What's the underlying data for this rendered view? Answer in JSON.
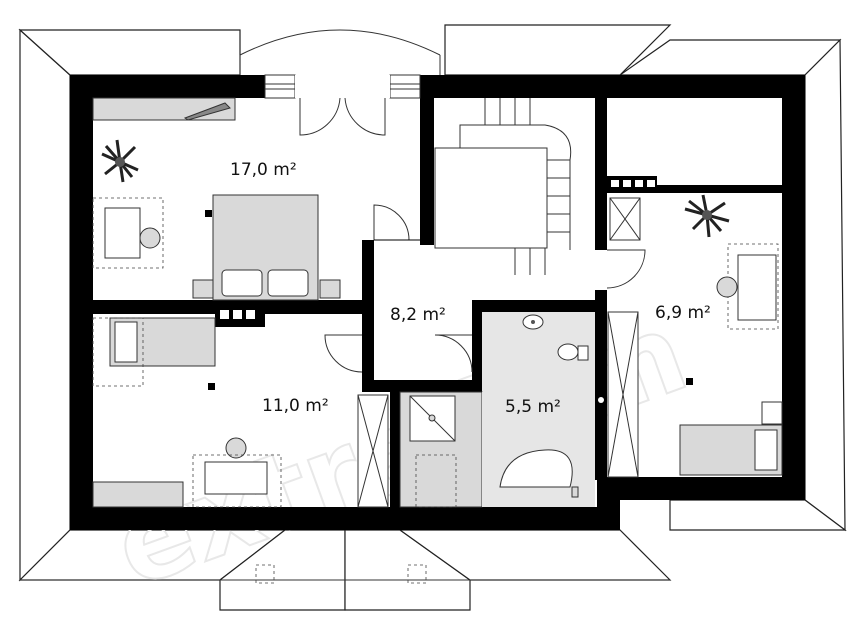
{
  "rooms": {
    "bedroom_large": {
      "area": "17,0 m²"
    },
    "hall": {
      "area": "8,2 m²"
    },
    "bedroom_small": {
      "area": "6,9 m²"
    },
    "bedroom_lower": {
      "area": "11,0 m²"
    },
    "bathroom": {
      "area": "5,5 m²"
    }
  },
  "watermark": "extradom",
  "colors": {
    "wall": "#000000",
    "furniture": "#d9d9d9",
    "floor": "#ffffff"
  }
}
